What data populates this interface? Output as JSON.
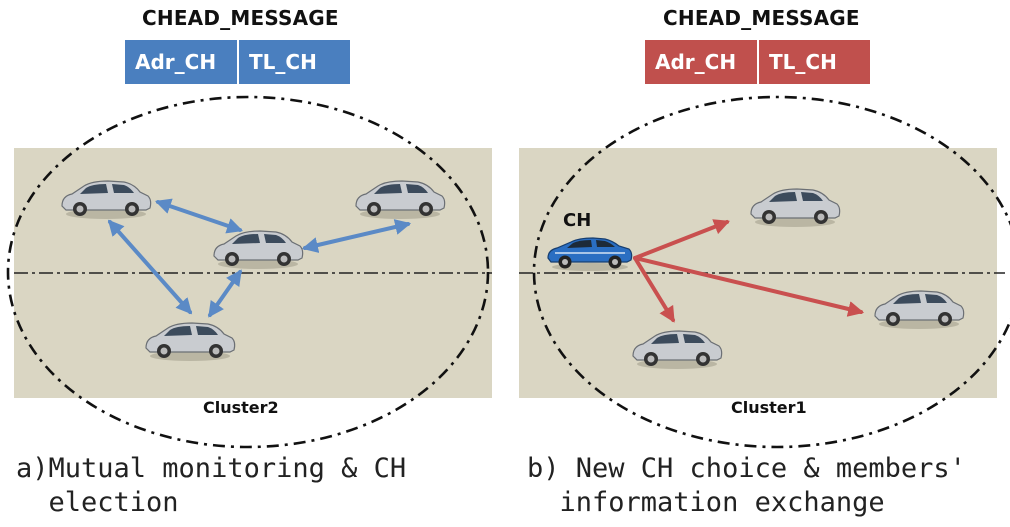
{
  "panels": [
    {
      "header_title": "CHEAD_MESSAGE",
      "fields": [
        "Adr_CH",
        "TL_CH"
      ],
      "header_color": "#4a7fbf",
      "arrow_color": "#5b8ac6",
      "cluster_label": "Cluster2",
      "caption_line1": "a)Mutual monitoring & CH",
      "caption_line2": "  election"
    },
    {
      "header_title": "CHEAD_MESSAGE",
      "fields": [
        "Adr_CH",
        "TL_CH"
      ],
      "header_color": "#c0504d",
      "arrow_color": "#c9504f",
      "ch_label": "CH",
      "cluster_label": "Cluster1",
      "caption_line1": "b) New CH choice & members'",
      "caption_line2": "  information exchange"
    }
  ],
  "icons": {
    "member_car": "car-silver-icon",
    "cluster_head_car": "car-blue-icon"
  },
  "colors": {
    "road": "#dad6c3",
    "car_silver": "#c9ccd0",
    "car_blue": "#2a6ec2"
  }
}
